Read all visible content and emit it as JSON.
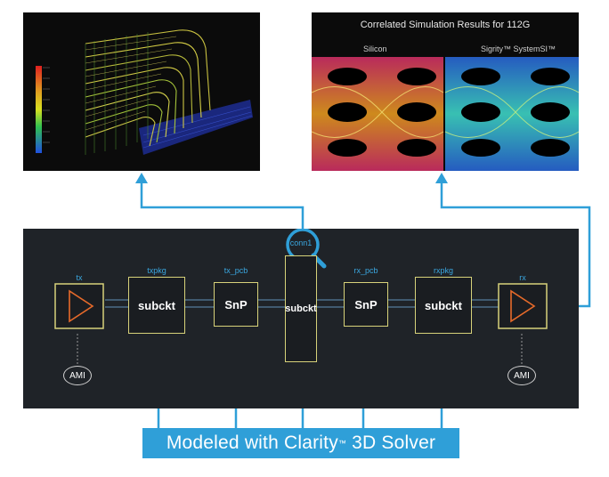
{
  "eye_panel": {
    "title": "Correlated Simulation Results for 112G",
    "label_left": "Silicon",
    "label_right": "Sigrity™ SystemSI™"
  },
  "schematic": {
    "blocks": [
      {
        "id": "tx",
        "label": "tx",
        "text": ""
      },
      {
        "id": "txpkg",
        "label": "txpkg",
        "text": "subckt"
      },
      {
        "id": "tx_pcb",
        "label": "tx_pcb",
        "text": "SnP"
      },
      {
        "id": "conn1",
        "label": "conn1",
        "text": "subckt"
      },
      {
        "id": "rx_pcb",
        "label": "rx_pcb",
        "text": "SnP"
      },
      {
        "id": "rxpkg",
        "label": "rxpkg",
        "text": "subckt"
      },
      {
        "id": "rx",
        "label": "rx",
        "text": ""
      }
    ],
    "ami_left": "AMI",
    "ami_right": "AMI"
  },
  "banner": {
    "text_main": "Modeled with Clarity",
    "tm": "™",
    "text_tail": " 3D Solver"
  },
  "colors": {
    "accent_blue": "#2f9fd8",
    "block_border": "#d7d27a",
    "schematic_bg": "#1f2328"
  }
}
